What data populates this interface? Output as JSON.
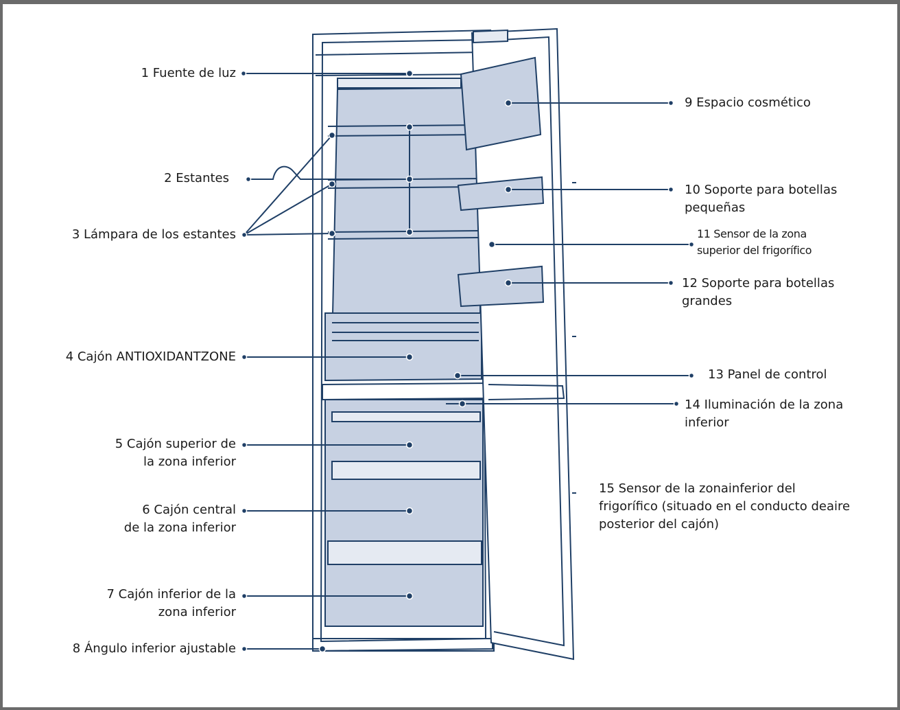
{
  "colors": {
    "line": "#1f3f66",
    "fill": "#c7d1e2",
    "frame": "#6b6b6b"
  },
  "labels": [
    {
      "num": "1",
      "lines": [
        "1 Fuente de luz"
      ]
    },
    {
      "num": "2",
      "lines": [
        "2 Estantes"
      ]
    },
    {
      "num": "3",
      "lines": [
        "3 Lámpara de los estantes"
      ]
    },
    {
      "num": "4",
      "lines": [
        "4 Cajón ANTIOXIDANTZONE"
      ]
    },
    {
      "num": "5",
      "lines": [
        "5 Cajón superior de",
        "la zona inferior"
      ]
    },
    {
      "num": "6",
      "lines": [
        "6 Cajón central",
        "de la zona inferior"
      ]
    },
    {
      "num": "7",
      "lines": [
        "7 Cajón inferior de la",
        "zona inferior"
      ]
    },
    {
      "num": "8",
      "lines": [
        "8 Ángulo inferior ajustable"
      ]
    },
    {
      "num": "9",
      "lines": [
        "9 Espacio cosmético"
      ]
    },
    {
      "num": "10",
      "lines": [
        "10 Soporte para botellas",
        "pequeñas"
      ]
    },
    {
      "num": "11",
      "lines": [
        "11 Sensor de la zona",
        "superior del frigorífico"
      ]
    },
    {
      "num": "12",
      "lines": [
        "12 Soporte para botellas",
        "grandes"
      ]
    },
    {
      "num": "13",
      "lines": [
        "13 Panel de control"
      ]
    },
    {
      "num": "14",
      "lines": [
        "14 Iluminación de la zona",
        "inferior"
      ]
    },
    {
      "num": "15",
      "lines": [
        "15 Sensor de la zonainferior del",
        "frigorífico (situado en el conducto deaire",
        "posterior del cajón)"
      ]
    }
  ]
}
